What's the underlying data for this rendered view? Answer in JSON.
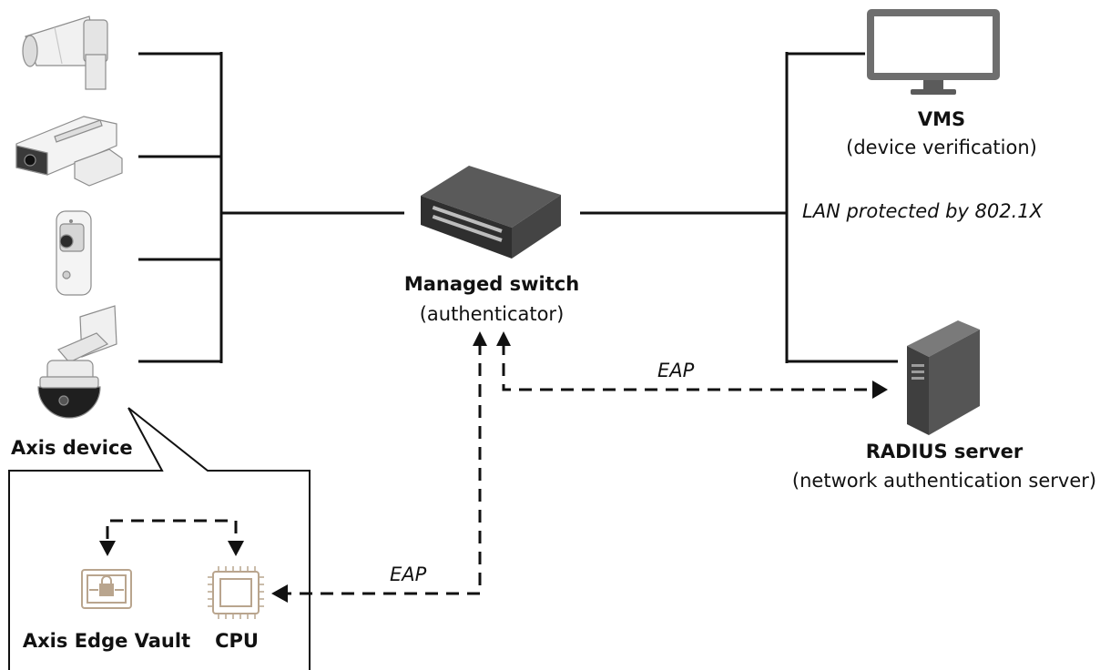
{
  "labels": {
    "axis_device": "Axis device",
    "switch_title": "Managed switch",
    "switch_sub": "(authenticator)",
    "vms_title": "VMS",
    "vms_sub": "(device verification)",
    "lan": "LAN protected by 802.1X",
    "radius_title": "RADIUS server",
    "radius_sub": "(network authentication server)",
    "eap_top": "EAP",
    "eap_bottom": "EAP",
    "edge_vault": "Axis Edge Vault",
    "cpu": "CPU"
  },
  "icons": {
    "speaker": "horn-speaker-icon",
    "bullet_camera": "bullet-camera-icon",
    "intercom": "door-station-icon",
    "ptz_camera": "ptz-camera-icon",
    "switch": "network-switch-icon",
    "monitor": "monitor-icon",
    "server": "server-tower-icon",
    "vault": "vault-lock-icon",
    "cpu": "cpu-chip-icon"
  },
  "colors": {
    "line": "#111111",
    "device_light": "#f0f0f0",
    "device_mid": "#d9d9d9",
    "device_dark": "#9a9a9a",
    "vault_tan": "#b9a58e",
    "switch_body": "#3c3c3c",
    "server_body": "#5a5a5a"
  }
}
